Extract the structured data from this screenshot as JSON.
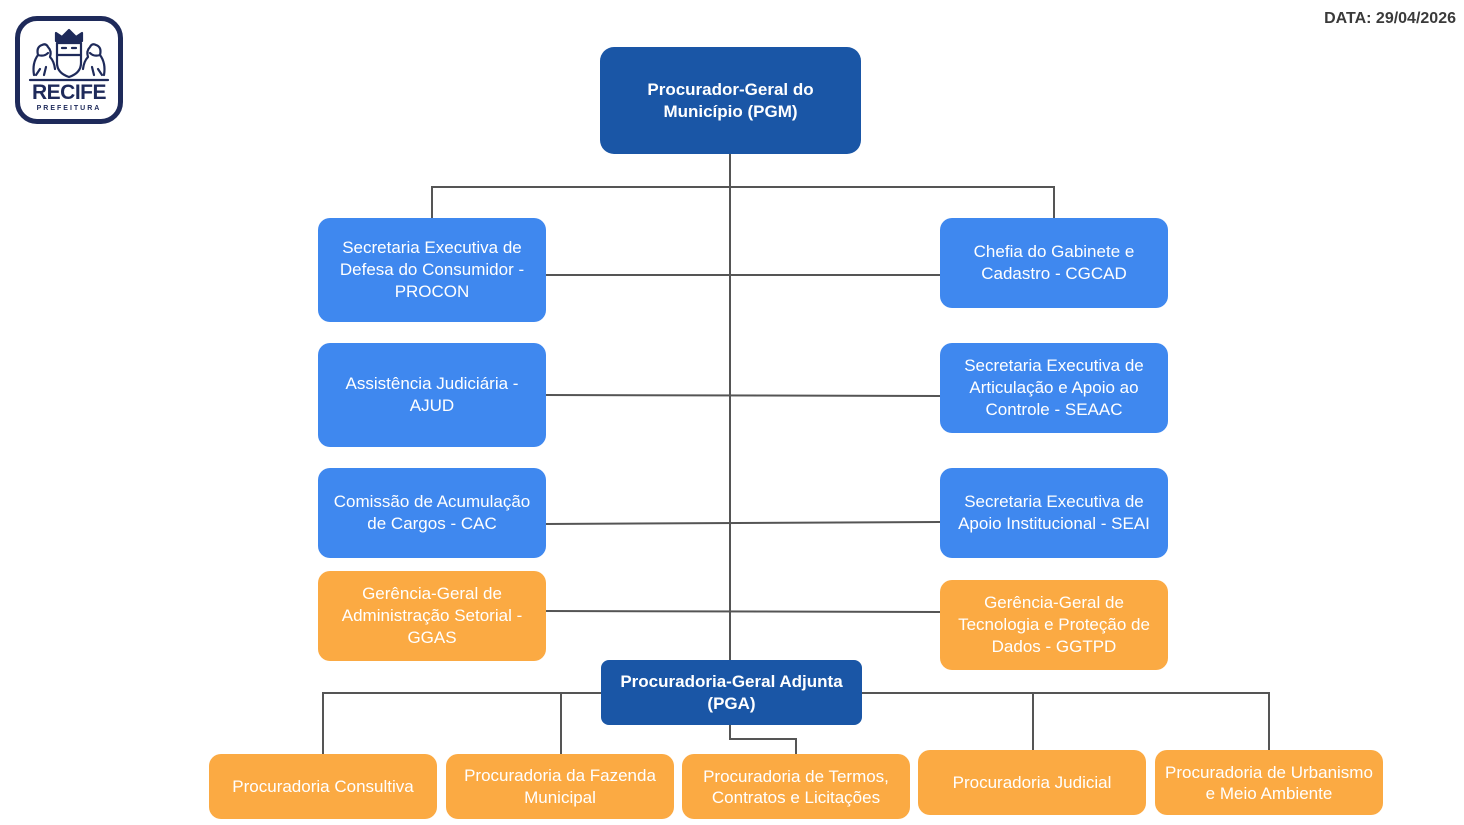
{
  "header": {
    "date": "DATA: 29/04/2026",
    "logo": {
      "word": "RECIFE",
      "sub": "PREFEITURA"
    }
  },
  "colors": {
    "dark": "#1a56a6",
    "blue": "#3f88ef",
    "orange": "#fbaa43",
    "line": "#555555"
  },
  "org": {
    "pgm": "Procurador-Geral do Município (PGM)",
    "procon": "Secretaria Executiva de Defesa do Consumidor - PROCON",
    "cgcad": "Chefia do Gabinete e Cadastro - CGCAD",
    "ajud": "Assistência Judiciária - AJUD",
    "seaac": "Secretaria Executiva de Articulação e Apoio ao Controle - SEAAC",
    "cac": "Comissão de Acumulação de Cargos - CAC",
    "seai": "Secretaria Executiva de Apoio Institucional - SEAI",
    "ggas": "Gerência-Geral de Administração Setorial - GGAS",
    "ggtpd": "Gerência-Geral de Tecnologia e Proteção de Dados - GGTPD",
    "pga": "Procuradoria-Geral Adjunta (PGA)",
    "consultiva": "Procuradoria Consultiva",
    "fazenda": "Procuradoria da Fazenda Municipal",
    "termos": "Procuradoria de Termos, Contratos e Licitações",
    "judicial": "Procuradoria Judicial",
    "urbanismo": "Procuradoria de Urbanismo e Meio Ambiente"
  }
}
